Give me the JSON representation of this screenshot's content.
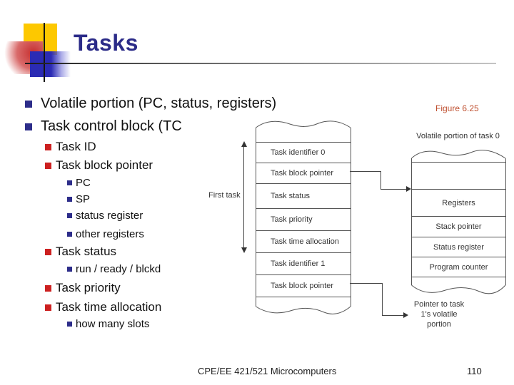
{
  "slide": {
    "title": "Tasks",
    "footer": {
      "course": "CPE/EE 421/521 Microcomputers",
      "page": "110"
    }
  },
  "bullets": [
    {
      "level": 1,
      "text": "Volatile portion (PC, status, registers)"
    },
    {
      "level": 1,
      "text": "Task control block (TC"
    },
    {
      "level": 2,
      "text": "Task ID"
    },
    {
      "level": 2,
      "text": "Task block pointer"
    },
    {
      "level": 3,
      "text": "PC"
    },
    {
      "level": 3,
      "text": "SP"
    },
    {
      "level": 3,
      "text": "status register"
    },
    {
      "level": 3,
      "text": "other registers"
    },
    {
      "level": 2,
      "text": "Task status"
    },
    {
      "level": 3,
      "text": "run / ready / blckd"
    },
    {
      "level": 2,
      "text": "Task priority"
    },
    {
      "level": 2,
      "text": "Task time allocation"
    },
    {
      "level": 3,
      "text": "how many slots"
    }
  ],
  "figure": {
    "caption": "Figure 6.25",
    "first_task_label": "First task",
    "tcb_column": {
      "rows": [
        "",
        "Task identifier 0",
        "Task block pointer",
        "Task status",
        "Task priority",
        "Task time allocation",
        "Task identifier 1",
        "Task block pointer",
        ""
      ]
    },
    "volatile_column": {
      "label": "Volatile portion of task 0",
      "rows": [
        "",
        "",
        "Registers",
        "Stack pointer",
        "Status register",
        "Program counter",
        ""
      ]
    },
    "pointer_note": {
      "lines": [
        "Pointer to task",
        "1's volatile",
        "portion"
      ]
    }
  },
  "colors": {
    "title_navy": "#2b2b88",
    "bullet_navy": "#2d2d8a",
    "bullet_red": "#cc2020",
    "caption_sienna": "#bf5030",
    "logo_yellow": "#fdc800",
    "logo_blue": "#2b2bb4",
    "logo_red": "#c62f2f",
    "figure_line_gray": "#555555"
  }
}
